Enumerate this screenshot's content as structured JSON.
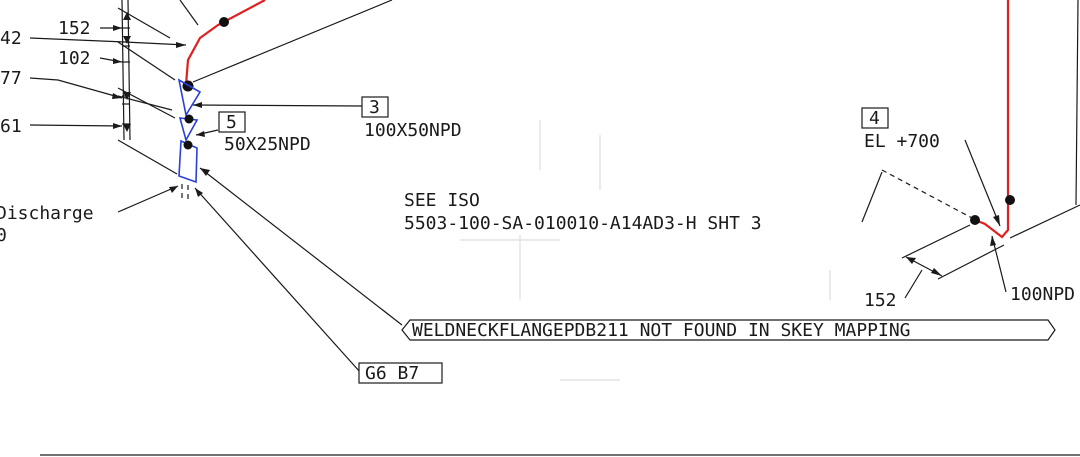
{
  "dimensions": {
    "d152_top": "152",
    "d42": "42",
    "d102": "102",
    "d77": "77",
    "d61": "61",
    "d152_right": "152"
  },
  "labels": {
    "discharge": "Discharge",
    "discharge_suffix": "0",
    "reducer_size": "100X50NPD",
    "reducer_tag": "3",
    "small_reducer_size": "50X25NPD",
    "small_reducer_tag": "5",
    "elbow_tag": "4",
    "elevation": "EL +700",
    "see_iso_line1": "SEE ISO",
    "see_iso_line2": "5503-100-SA-010010-A14AD3-H SHT 3",
    "right_size": "100NPD",
    "warning": "WELDNECKFLANGEPDB211 NOT FOUND IN SKEY MAPPING",
    "grid_ref": "G6 B7"
  },
  "colors": {
    "pipe": "#e02020",
    "component": "#2a3fd8",
    "ink": "#1a1a1a"
  }
}
